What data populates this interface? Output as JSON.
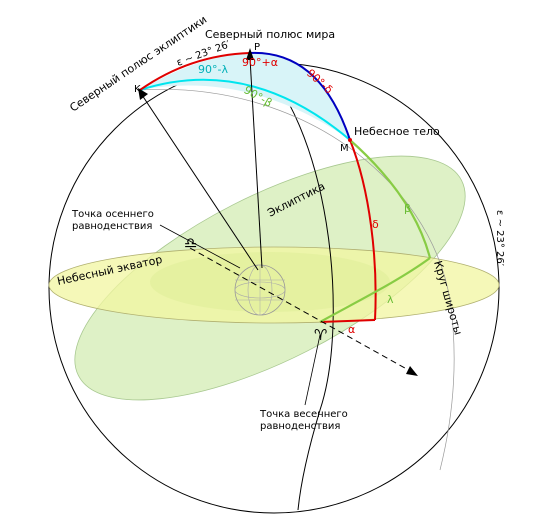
{
  "labels": {
    "north_pole_ecliptic": "Северный полюс эклиптики",
    "north_pole_world": "Северный полюс мира",
    "celestial_body": "Небесное тело",
    "ecliptic": "Эклиптика",
    "celestial_equator": "Небесный экватор",
    "latitude_circle": "Круг широты",
    "autumn_point_line1": "Точка осеннего",
    "autumn_point_line2": "равноденствия",
    "spring_point_line1": "Точка весеннего",
    "spring_point_line2": "равноденствия",
    "epsilon_top": "ε ~ 23° 26′",
    "epsilon_right": "ε ~ 23° 26′",
    "pole_p": "P",
    "pole_k": "K",
    "point_m": "M",
    "angle_90_lambda": "90°-λ",
    "angle_90_alpha": "90°+α",
    "angle_90_delta": "90°-δ",
    "angle_90_beta": "90°-β",
    "delta": "δ",
    "beta": "β",
    "lambda": "λ",
    "alpha": "α",
    "libra_glyph": "♎",
    "aries_glyph": "♈"
  },
  "colors": {
    "red_arc": "#e00000",
    "blue_arc": "#0000c0",
    "cyan_arc": "#00e5ee",
    "green_arc": "#88cc44",
    "equator_fill": "#f2f5a0",
    "ecliptic_fill": "#c8e8a0",
    "triangle_fill": "#d8f4f8"
  }
}
